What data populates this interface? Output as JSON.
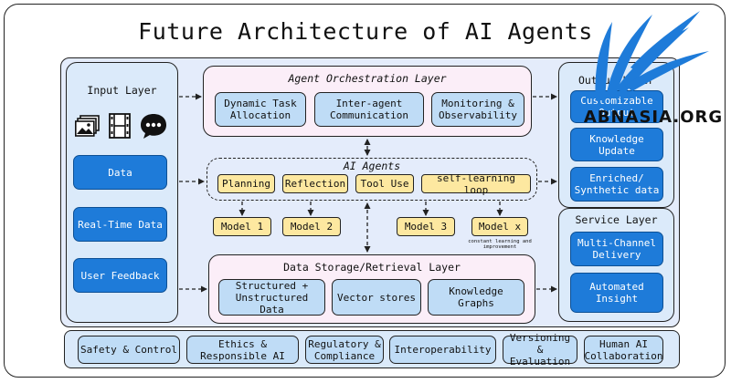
{
  "title": "Future Architecture of AI Agents",
  "input": {
    "label": "Input Layer",
    "icons": [
      "images-icon",
      "film-icon",
      "chat-icon"
    ],
    "items": [
      "Data",
      "Real-Time Data",
      "User Feedback"
    ]
  },
  "orchestration": {
    "label": "Agent Orchestration Layer",
    "items": [
      "Dynamic Task Allocation",
      "Inter-agent Communication",
      "Monitoring & Observability"
    ]
  },
  "agents": {
    "label": "AI Agents",
    "items": [
      "Planning",
      "Reflection",
      "Tool Use",
      "self-learning loop"
    ]
  },
  "models": {
    "items": [
      "Model 1",
      "Model 2",
      "Model 3",
      "Model x"
    ],
    "note": "constant learning and improvement"
  },
  "storage": {
    "label": "Data Storage/Retrieval Layer",
    "items": [
      "Structured + Unstructured Data",
      "Vector stores",
      "Knowledge Graphs"
    ]
  },
  "output": {
    "label": "Output Layer",
    "items": [
      "Customizable Output",
      "Knowledge Update",
      "Enriched/ Synthetic data"
    ]
  },
  "service": {
    "label": "Service Layer",
    "items": [
      "Multi-Channel Delivery",
      "Automated Insight"
    ]
  },
  "bottom": {
    "items": [
      "Safety & Control",
      "Ethics & Responsible AI",
      "Regulatory & Compliance",
      "Interoperability",
      "Versioning & Evaluation",
      "Human AI Collaboration"
    ]
  },
  "watermark": "ABNASIA.ORG",
  "colors": {
    "dark_blue": "#1e7bd9",
    "light_blue": "#bfdcf6",
    "yellow": "#fde8a0",
    "pink_bg": "#fbeef8",
    "main_bg": "#e4ecfb"
  }
}
